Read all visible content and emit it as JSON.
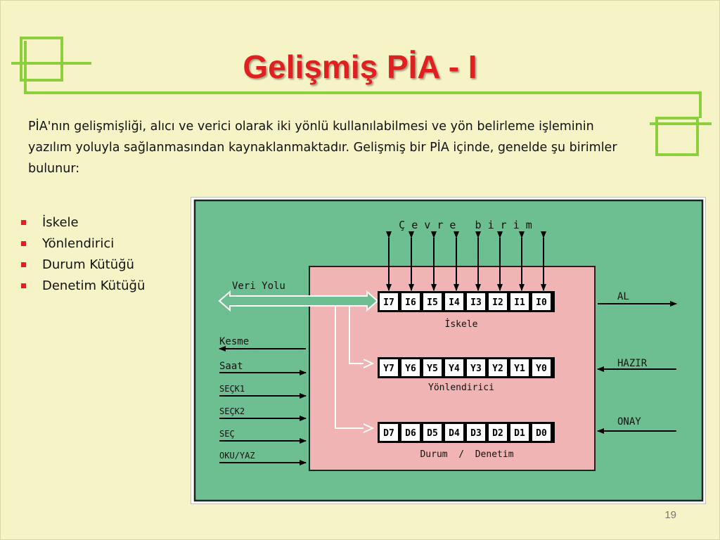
{
  "slide": {
    "title": "Gelişmiş PİA - I",
    "intro": "PİA'nın gelişmişliği, alıcı ve verici olarak iki yönlü kullanılabilmesi ve yön belirleme işleminin yazılım yoluyla sağlanmasından kaynaklanmaktadır. Gelişmiş bir PİA içinde, genelde şu birimler bulunur:",
    "bullets": [
      "İskele",
      "Yönlendirici",
      "Durum Kütüğü",
      "Denetim Kütüğü"
    ],
    "page_number": "19",
    "colors": {
      "title": "#e02020",
      "deco_green": "#8ccf3c",
      "bullet": "#e02020",
      "diagram_outer": "#6dbf91",
      "diagram_inner": "#f0b4b4"
    }
  },
  "diagram": {
    "peripheral_label": "Ç e v r e   b i r i m",
    "data_bus_label": "Veri Yolu",
    "port_label": "İskele",
    "direction_label": "Yönlendirici",
    "status_control_label": "Durum  /  Denetim",
    "port_bits": [
      "I7",
      "I6",
      "I5",
      "I4",
      "I3",
      "I2",
      "I1",
      "I0"
    ],
    "direction_bits": [
      "Y7",
      "Y6",
      "Y5",
      "Y4",
      "Y3",
      "Y2",
      "Y1",
      "Y0"
    ],
    "status_bits": [
      "D7",
      "D6",
      "D5",
      "D4",
      "D3",
      "D2",
      "D1",
      "D0"
    ],
    "left_signals": {
      "interrupt": "Kesme",
      "clock": "Saat",
      "select1": "SEÇK1",
      "select2": "SEÇK2",
      "select": "SEÇ",
      "read_write": "OKU/YAZ"
    },
    "right_signals": {
      "receive": "AL",
      "ready": "HAZIR",
      "acknowledge": "ONAY"
    }
  }
}
